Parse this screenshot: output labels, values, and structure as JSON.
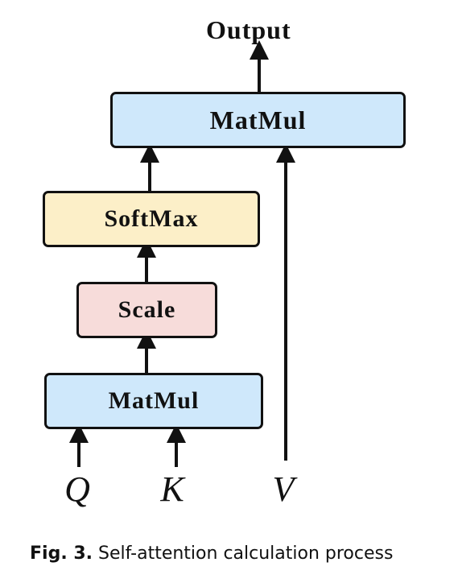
{
  "diagram": {
    "output_label": "Output",
    "top_matmul": {
      "label": "MatMul",
      "fill": "#cfe8fb"
    },
    "softmax": {
      "label": "SoftMax",
      "fill": "#fcefc8"
    },
    "scale": {
      "label": "Scale",
      "fill": "#f7dcda"
    },
    "bottom_matmul": {
      "label": "MatMul",
      "fill": "#cfe8fb"
    },
    "inputs": {
      "q": "Q",
      "k": "K",
      "v": "V"
    }
  },
  "caption": {
    "prefix": "Fig. 3.",
    "text": "Self-attention calculation process"
  }
}
